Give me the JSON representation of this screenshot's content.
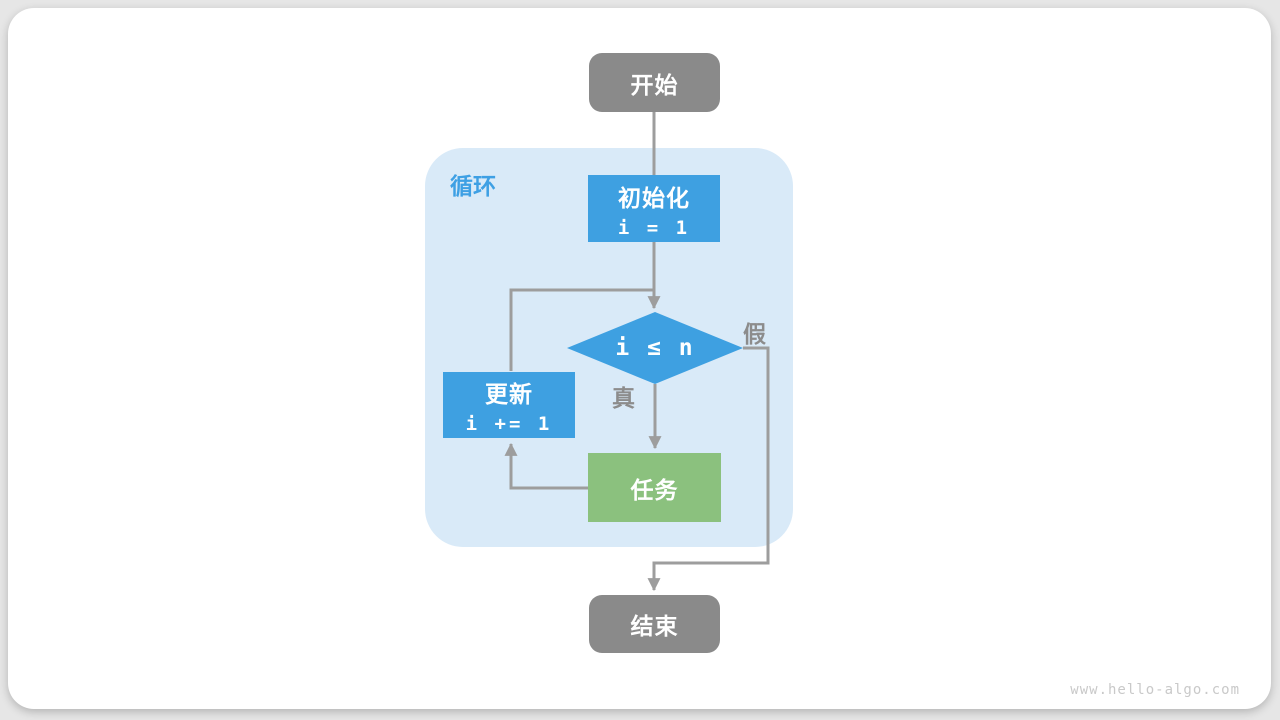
{
  "watermark": "www.hello-algo.com",
  "colors": {
    "node_blue": "#3ea0e1",
    "node_green": "#8bc17e",
    "node_gray": "#8a8a8a",
    "loop_container_bg": "#d9eaf8",
    "loop_label_blue": "#3ea0e4",
    "edge_line_gray": "#9d9d9d",
    "edge_label_gray": "#8c8c8c",
    "card_bg": "#ffffff",
    "page_bg": "#e6e6e6",
    "watermark_gray": "#c9c9c9"
  },
  "flowchart": {
    "loop_label": "循环",
    "nodes": {
      "start": {
        "label": "开始"
      },
      "init": {
        "label": "初始化",
        "code": "i = 1"
      },
      "condition": {
        "label": "i ≤ n"
      },
      "update": {
        "label": "更新",
        "code": "i += 1"
      },
      "task": {
        "label": "任务"
      },
      "end": {
        "label": "结束"
      }
    },
    "branch_labels": {
      "true": "真",
      "false": "假"
    }
  }
}
